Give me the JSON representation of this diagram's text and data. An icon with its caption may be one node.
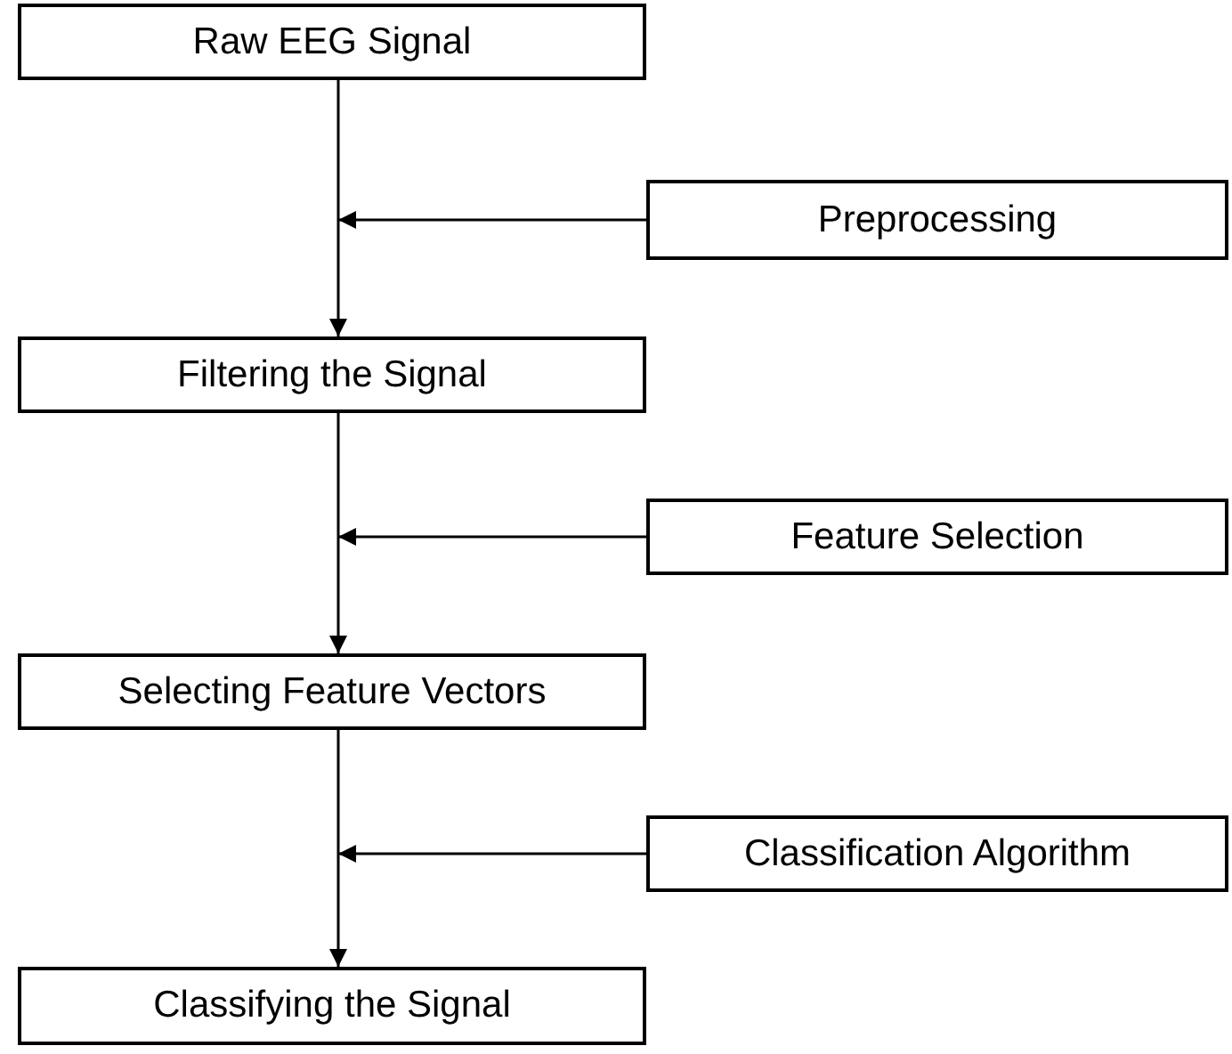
{
  "diagram": {
    "nodes": [
      {
        "text": [
          "Raw EEG Signal"
        ]
      },
      {
        "text": [
          "Preprocessing"
        ]
      },
      {
        "text": [
          "Filtering the Signal"
        ]
      },
      {
        "text": [
          "Feature Selection"
        ]
      },
      {
        "text": [
          "Selecting Feature Vectors"
        ]
      },
      {
        "text": [
          "Classification Algorithm"
        ]
      },
      {
        "text": [
          "Classifying the Signal"
        ]
      }
    ],
    "edges": [
      {
        "from": 0,
        "to": 2,
        "arrow": "to"
      },
      {
        "from": 1,
        "to": null,
        "arrow": "to"
      },
      {
        "from": 2,
        "to": 4,
        "arrow": "to"
      },
      {
        "from": 3,
        "to": null,
        "arrow": "to"
      },
      {
        "from": 4,
        "to": 6,
        "arrow": "to"
      },
      {
        "from": 5,
        "to": null,
        "arrow": "to"
      }
    ]
  }
}
